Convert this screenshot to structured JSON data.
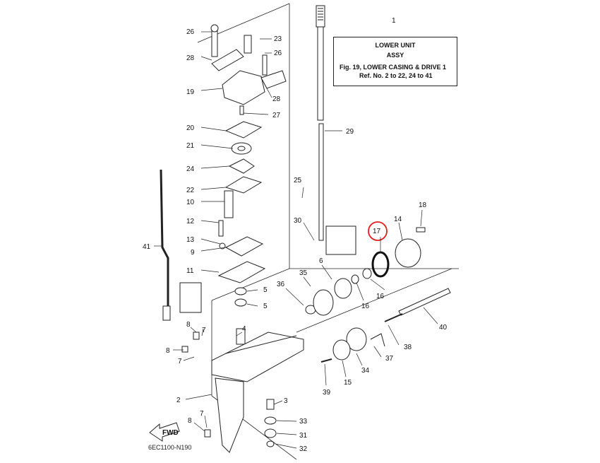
{
  "title_box": {
    "number": "1",
    "line1": "LOWER UNIT",
    "line2": "ASSY",
    "line3": "Fig. 19, LOWER CASING & DRIVE 1",
    "line4": "Ref. No. 2 to 22, 24 to 41"
  },
  "diagram_code": "6EC1100-N190",
  "fwd_label": "FWD",
  "highlight": {
    "part": "17",
    "color": "#e02020"
  },
  "callouts": [
    "26",
    "23",
    "28",
    "26",
    "19",
    "28",
    "27",
    "20",
    "29",
    "21",
    "24",
    "25",
    "22",
    "10",
    "30",
    "17",
    "14",
    "18",
    "12",
    "13",
    "41",
    "9",
    "35",
    "6",
    "11",
    "36",
    "16",
    "16",
    "5",
    "5",
    "40",
    "8",
    "7",
    "4",
    "38",
    "8",
    "37",
    "7",
    "34",
    "15",
    "39",
    "2",
    "3",
    "7",
    "8",
    "33",
    "31",
    "32"
  ]
}
